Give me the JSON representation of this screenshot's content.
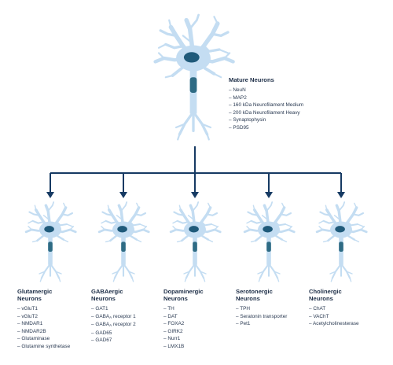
{
  "mature": {
    "title": "Mature Neurons",
    "markers": [
      "NeuN",
      "MAP2",
      "160 kDa Neurofilament Medium",
      "200 kDa Neurofilament Heavy",
      "Synaptophysin",
      "PSD95"
    ]
  },
  "subtypes": [
    {
      "title_line1": "Glutamergic",
      "title_line2": "Neurons",
      "markers": [
        "vGluT1",
        "vGluT2",
        "NMDAR1",
        "NMDAR2B",
        "Glutaminase",
        "Glutamine synthetase"
      ]
    },
    {
      "title_line1": "GABAergic",
      "title_line2": "Neurons",
      "markers": [
        "GAT1",
        "GABA",
        "GABA",
        "GAD65",
        "GAD67"
      ],
      "marker_suffix": [
        "",
        " receptor 1",
        " receptor 2",
        "",
        ""
      ],
      "marker_sub": [
        "",
        "A",
        "A",
        "",
        ""
      ]
    },
    {
      "title_line1": "Dopaminergic",
      "title_line2": "Neurons",
      "markers": [
        "TH",
        "DAT",
        "FOXA2",
        "GIRK2",
        "Nurr1",
        "LMX1B"
      ]
    },
    {
      "title_line1": "Serotonergic",
      "title_line2": "Neurons",
      "markers": [
        "TPH",
        "Seratonin transporter",
        "Pet1"
      ]
    },
    {
      "title_line1": "Cholinergic",
      "title_line2": "Neurons",
      "markers": [
        "ChAT",
        "VAChT",
        "Acetylcholinesterase"
      ]
    }
  ],
  "colors": {
    "neuron_body": "#c4ddf2",
    "nucleus": "#1f5a7a",
    "axon_segment": "#2e6b84",
    "arrow": "#163a63",
    "text": "#1f2f45"
  },
  "icons": [
    "neuron-icon"
  ]
}
